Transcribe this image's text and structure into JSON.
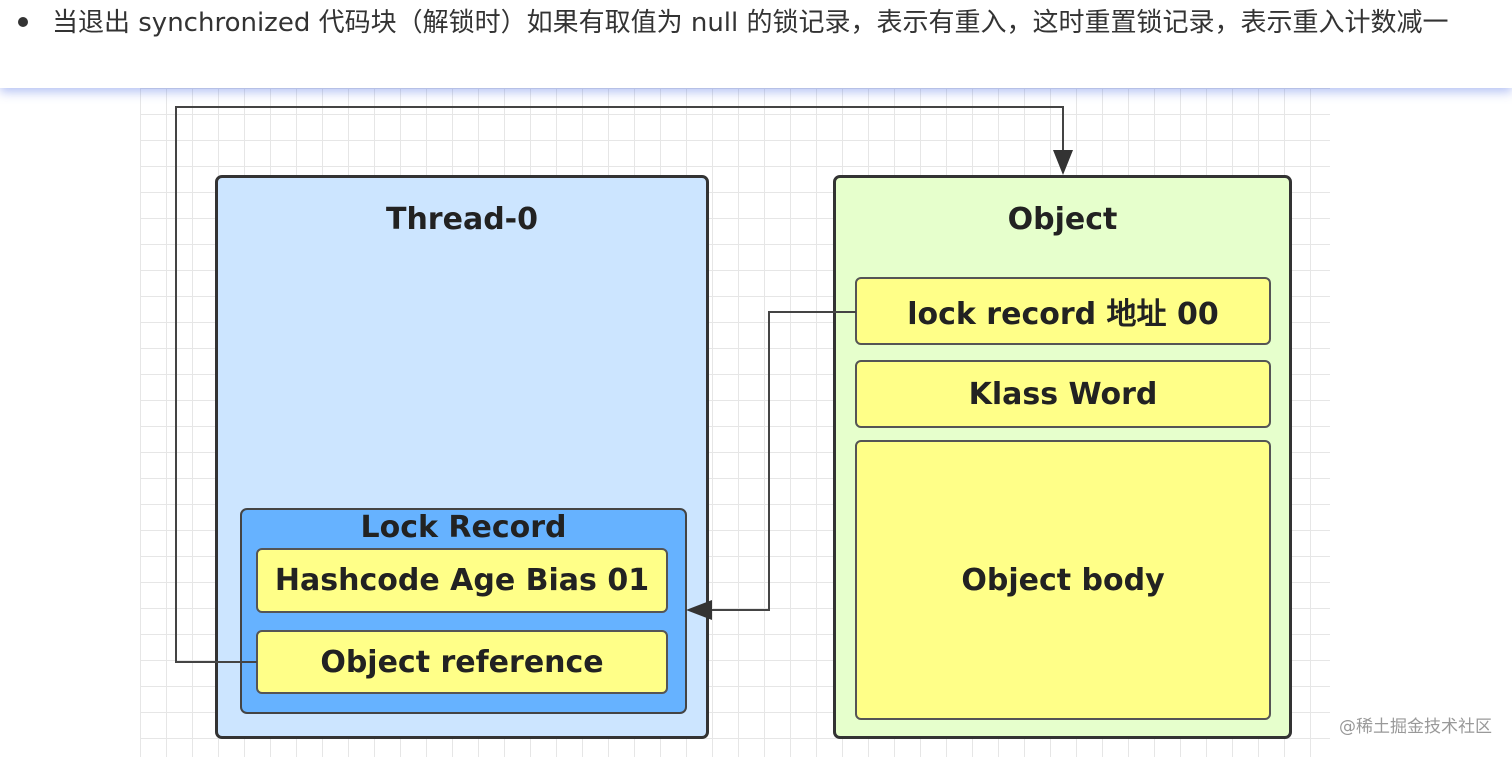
{
  "header": {
    "text": "当退出 synchronized 代码块（解锁时）如果有取值为 null 的锁记录，表示有重入，这时重置锁记录，表示重入计数减一"
  },
  "diagram": {
    "thread": {
      "title": "Thread-0",
      "color": "#cce5ff",
      "lock_record": {
        "title": "Lock Record",
        "color": "#66b2ff",
        "rows": [
          "Hashcode Age Bias 01",
          "Object reference"
        ]
      }
    },
    "object": {
      "title": "Object",
      "color": "#e6ffcc",
      "rows": [
        "lock record 地址 00",
        "Klass Word",
        "Object body"
      ]
    },
    "cell_color": "#ffff88"
  },
  "watermark": "@稀土掘金技术社区"
}
